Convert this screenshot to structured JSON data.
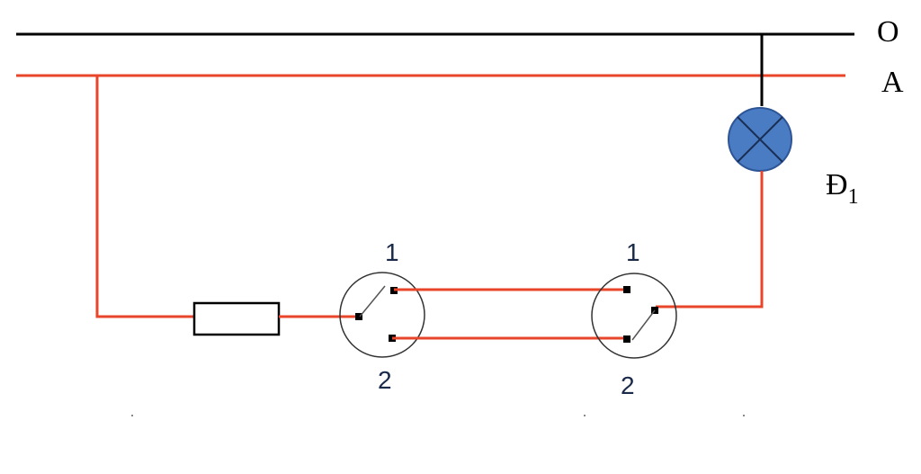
{
  "labels": {
    "line_o": "O",
    "line_a": "A",
    "lamp": "Đ",
    "lamp_subscript": "1",
    "switch1_pos1": "1",
    "switch1_pos2": "2",
    "switch2_pos1": "1",
    "switch2_pos2": "2"
  },
  "colors": {
    "neutral_wire": "#000000",
    "phase_wire": "#e8452a",
    "lamp_fill": "#4a7cc4",
    "lamp_stroke": "#2d5597",
    "component_stroke": "#000000",
    "switch_circle": "#333333"
  },
  "icons": {
    "lamp": "lamp-symbol",
    "fuse": "fuse-symbol",
    "switch": "two-way-switch-symbol"
  }
}
